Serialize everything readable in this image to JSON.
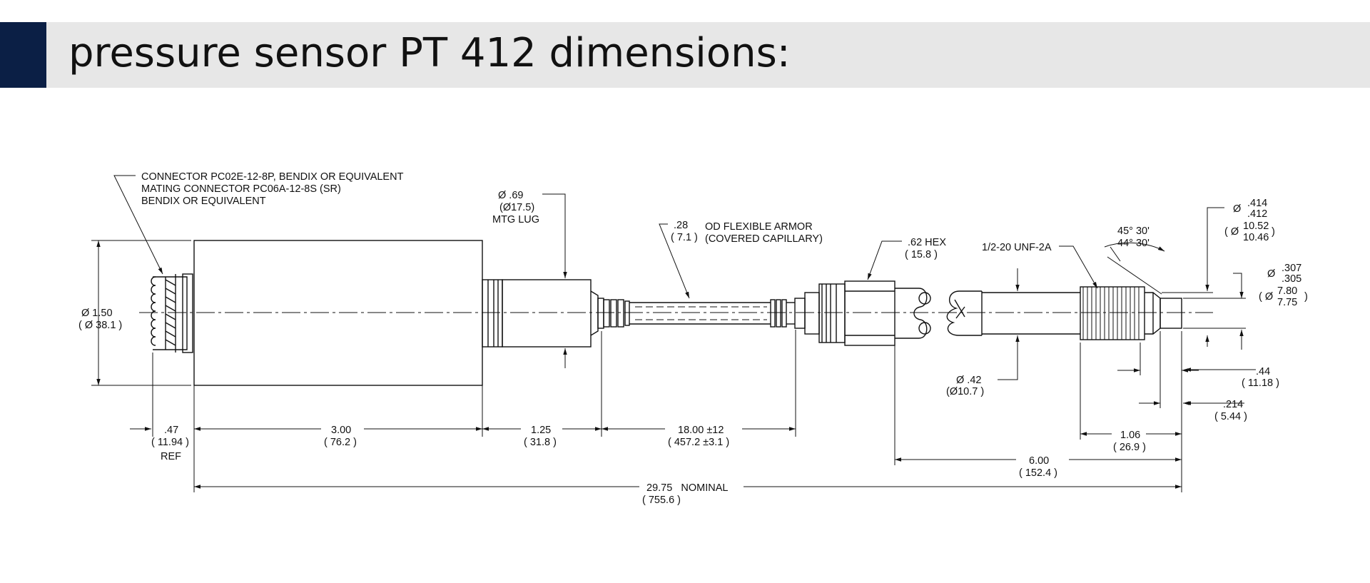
{
  "title": "pressure sensor PT 412 dimensions:",
  "colors": {
    "accent": "#0b1f45",
    "title_bar": "#e7e7e7"
  },
  "notes": {
    "connector": [
      "CONNECTOR PC02E-12-8P, BENDIX OR EQUIVALENT",
      "MATING CONNECTOR PC06A-12-8S (SR)",
      "BENDIX OR EQUIVALENT"
    ],
    "mtg_lug": [
      "Ø .69",
      "(Ø17.5)",
      "MTG LUG"
    ],
    "armor": [
      ".28",
      "( 7.1 )",
      "OD FLEXIBLE ARMOR",
      "(COVERED CAPILLARY)"
    ],
    "hex": [
      ".62 HEX",
      "( 15.8 )"
    ],
    "thread": "1/2-20 UNF-2A",
    "angle": [
      "45° 30'",
      "44° 30'"
    ],
    "dia_414": {
      "prefix": "Ø",
      "upper": ".414",
      "lower": ".412",
      "mm_prefix": "( Ø",
      "mm_upper": "10.52",
      "mm_lower": "10.46",
      "mm_suffix": ")"
    },
    "dia_307": {
      "prefix": "Ø",
      "upper": ".307",
      "lower": ".305",
      "mm_prefix": "( Ø",
      "mm_upper": "7.80",
      "mm_lower": "7.75",
      "mm_suffix": ")"
    },
    "dia_150": [
      "Ø 1.50",
      "( Ø 38.1 )"
    ],
    "dia_42": [
      "Ø .42",
      "(Ø10.7 )"
    ]
  },
  "dimensions": {
    "d047": [
      ".47",
      "( 11.94 )",
      "REF"
    ],
    "d300": [
      "3.00",
      "( 76.2 )"
    ],
    "d125": [
      "1.25",
      "( 31.8 )"
    ],
    "d1800": [
      "18.00 ±12",
      "( 457.2 ±3.1 )"
    ],
    "d044": [
      ".44",
      "( 11.18 )"
    ],
    "d0214": [
      ".214",
      "( 5.44 )"
    ],
    "d106": [
      "1.06",
      "( 26.9 )"
    ],
    "d600": [
      "6.00",
      "( 152.4 )"
    ],
    "d2975": [
      "29.75   NOMINAL",
      "( 755.6 )"
    ]
  }
}
